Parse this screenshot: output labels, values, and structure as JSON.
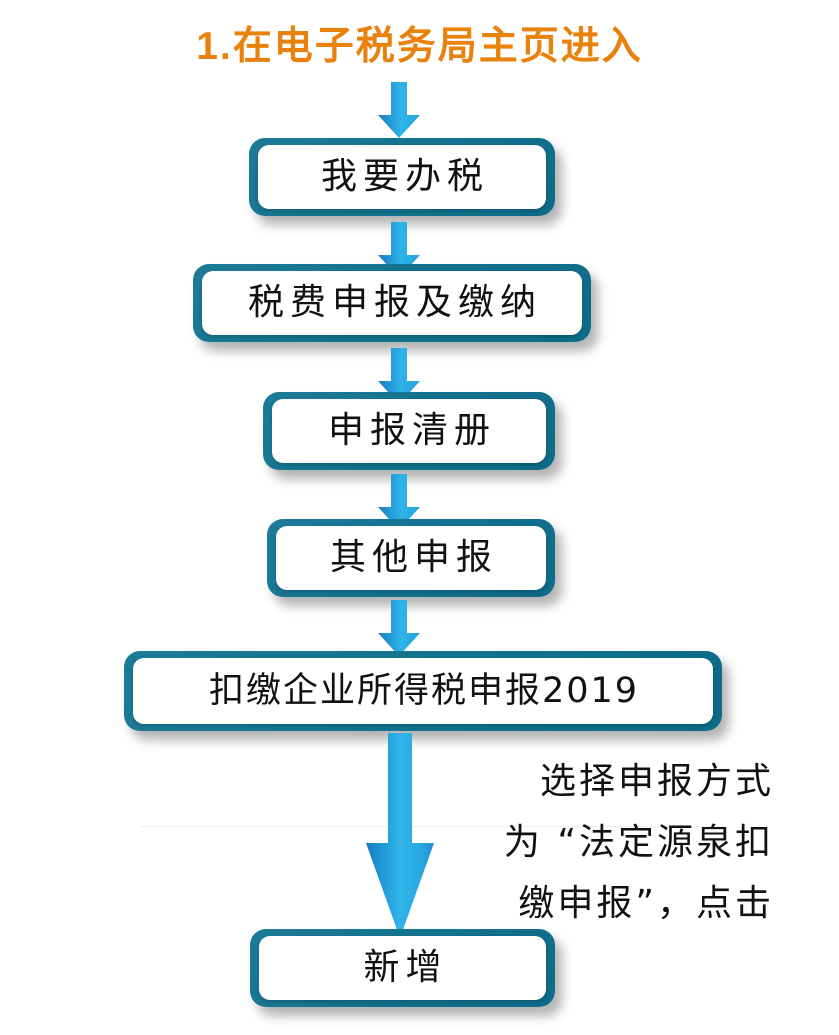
{
  "title": {
    "text": "1.在电子税务局主页进入",
    "color": "#e8820d"
  },
  "theme": {
    "box_frame_color": "#14738f",
    "box_fill_color": "#ffffff",
    "arrow_dark_blue": "#1b7bbd",
    "arrow_light_blue": "#2eb5e8",
    "text_color": "#111111"
  },
  "flow": {
    "steps": [
      {
        "id": "step-1",
        "label": "我要办税"
      },
      {
        "id": "step-2",
        "label": "税费申报及缴纳"
      },
      {
        "id": "step-3",
        "label": "申报清册"
      },
      {
        "id": "step-4",
        "label": "其他申报"
      },
      {
        "id": "step-5",
        "label": "扣缴企业所得税申报2019"
      },
      {
        "id": "step-6",
        "label": "新增"
      }
    ],
    "connectors": [
      {
        "id": "arrow-title-to-step1",
        "from": "title",
        "to": "step-1"
      },
      {
        "id": "arrow-step1-to-step2",
        "from": "step-1",
        "to": "step-2"
      },
      {
        "id": "arrow-step2-to-step3",
        "from": "step-2",
        "to": "step-3"
      },
      {
        "id": "arrow-step3-to-step4",
        "from": "step-3",
        "to": "step-4"
      },
      {
        "id": "arrow-step4-to-step5",
        "from": "step-4",
        "to": "step-5"
      },
      {
        "id": "arrow-step5-to-step6",
        "from": "step-5",
        "to": "step-6"
      }
    ]
  },
  "annotation": {
    "line1": "选择申报方式",
    "line2": "为 “法定源泉扣",
    "line3": "缴申报”，点击",
    "full_text": "选择申报方式为“法定源泉扣缴申报”，点击"
  }
}
